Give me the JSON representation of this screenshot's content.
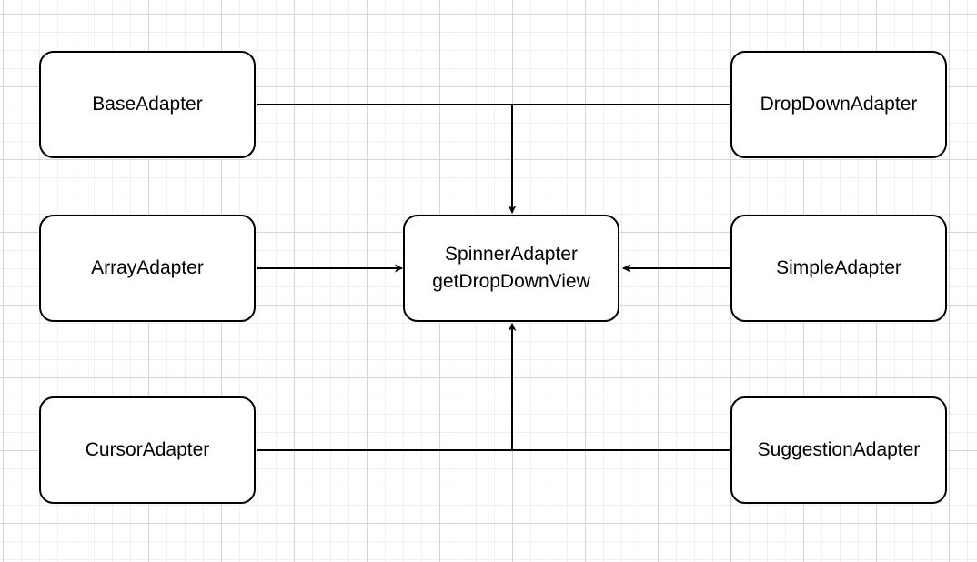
{
  "diagram": {
    "center": {
      "title": "SpinnerAdapter",
      "method": "getDropDownView"
    },
    "nodes": {
      "base": "BaseAdapter",
      "dropdown": "DropDownAdapter",
      "array": "ArrayAdapter",
      "simple": "SimpleAdapter",
      "cursor": "CursorAdapter",
      "suggestion": "SuggestionAdapter"
    },
    "colors": {
      "stroke": "#000000",
      "node_fill": "#ffffff",
      "grid_major": "#d6d6d6",
      "grid_minor": "#efefef"
    }
  }
}
